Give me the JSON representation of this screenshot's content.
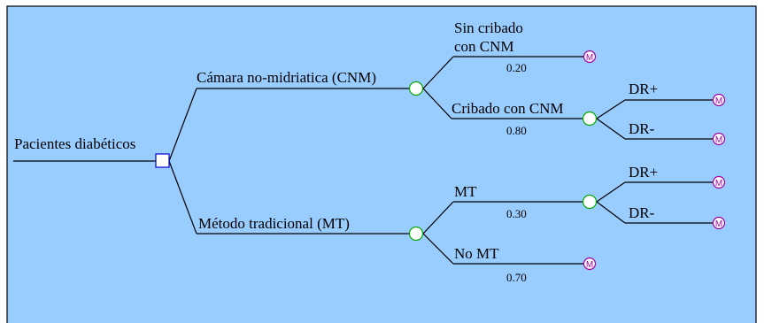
{
  "colors": {
    "background": "#99ccff",
    "decision_fill": "#ffffff",
    "decision_stroke": "#0000cc",
    "chance_stroke": "#00aa00",
    "terminal_stroke": "#a000a0"
  },
  "tree": {
    "root": {
      "label": "Pacientes diabéticos",
      "node_type": "decision"
    },
    "branches": {
      "cnm": {
        "label": "Cámara no-midriatica (CNM)"
      },
      "cnm_sin": {
        "label_line1": "Sin cribado",
        "label_line2": "con CNM",
        "prob": "0.20"
      },
      "cnm_crib": {
        "label": "Cribado con CNM",
        "prob": "0.80"
      },
      "cnm_crib_drplus": {
        "label": "DR+"
      },
      "cnm_crib_drminus": {
        "label": "DR-"
      },
      "mt": {
        "label": "Método tradicional (MT)"
      },
      "mt_mt": {
        "label": "MT",
        "prob": "0.30"
      },
      "mt_mt_drplus": {
        "label": "DR+"
      },
      "mt_mt_drminus": {
        "label": "DR-"
      },
      "mt_nomt": {
        "label": "No MT",
        "prob": "0.70"
      }
    },
    "markov_symbol": "M",
    "node_type_names": [
      "decision",
      "chance",
      "markov-terminal"
    ]
  }
}
